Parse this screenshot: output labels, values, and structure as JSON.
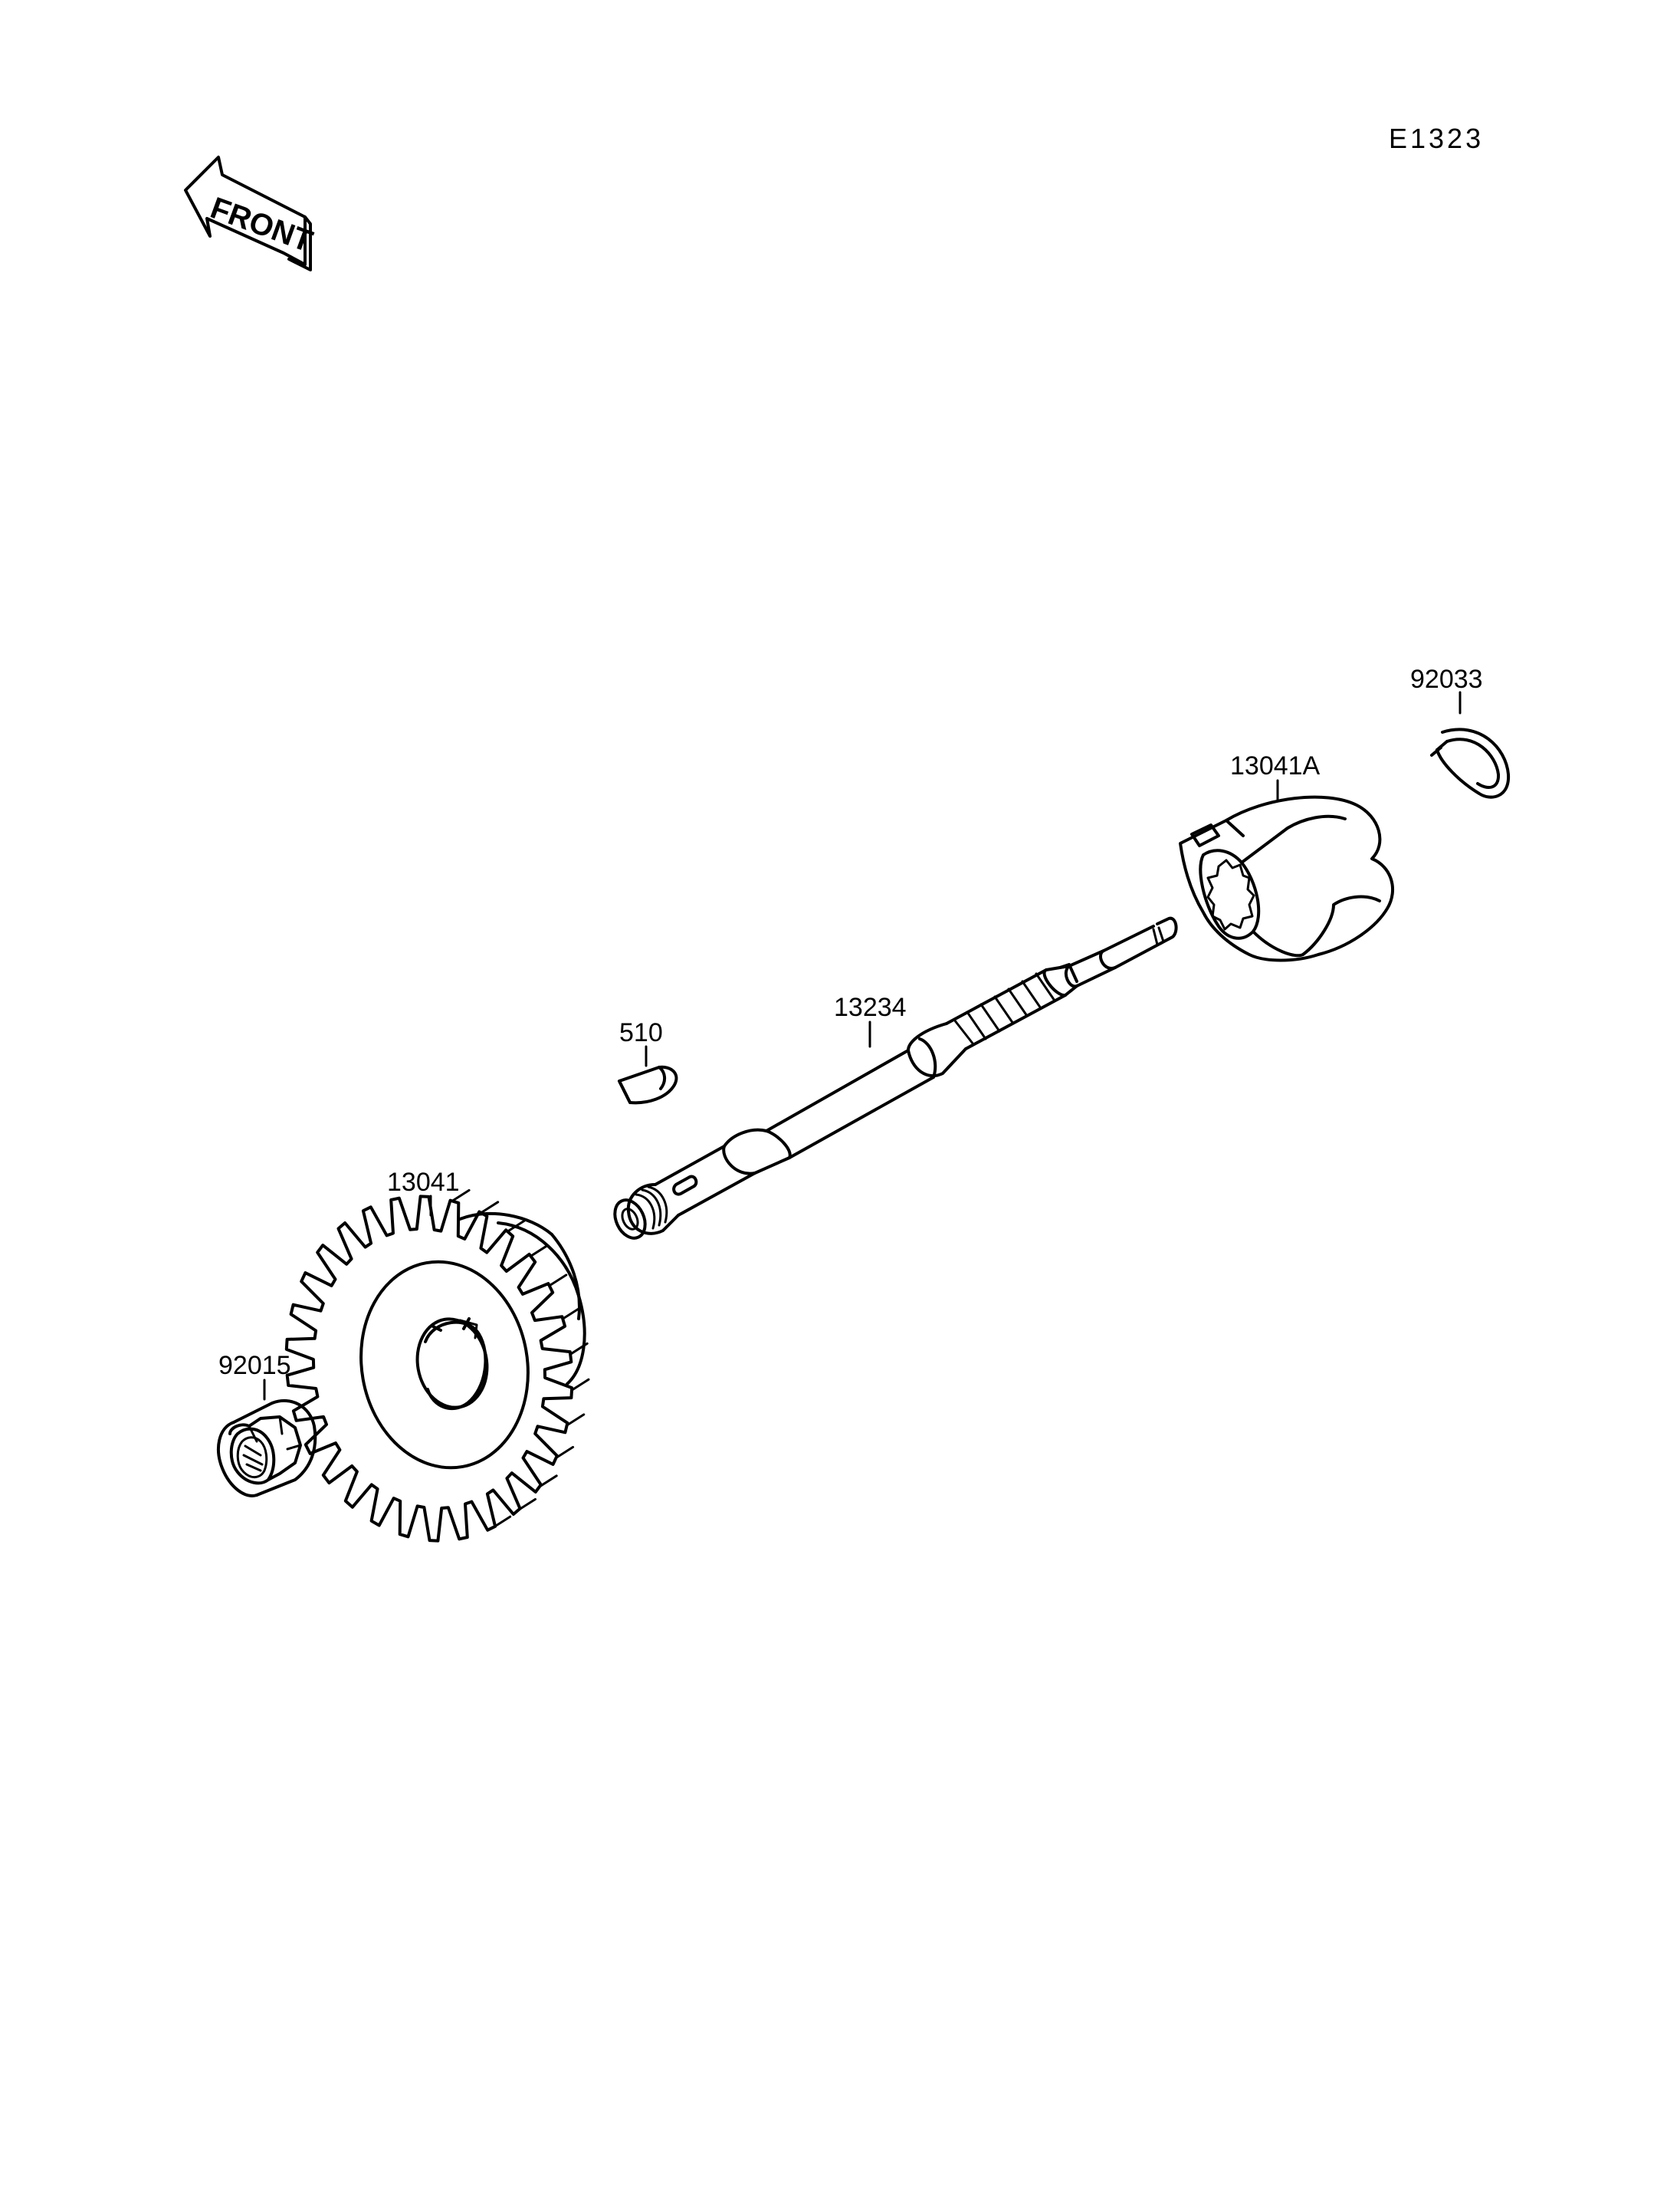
{
  "diagram": {
    "drawing_code": "E1323",
    "front_marker": {
      "text": "FRONT",
      "icon": "front-arrow-icon"
    },
    "parts": [
      {
        "id": "snap-ring",
        "label": "92033"
      },
      {
        "id": "kick-ratchet",
        "label": "13041A"
      },
      {
        "id": "kick-shaft",
        "label": "13234"
      },
      {
        "id": "woodruff-key",
        "label": "510"
      },
      {
        "id": "kick-gear",
        "label": "13041"
      },
      {
        "id": "flange-nut",
        "label": "92015"
      }
    ],
    "colors": {
      "ink": "#000000",
      "paper": "#ffffff"
    }
  }
}
